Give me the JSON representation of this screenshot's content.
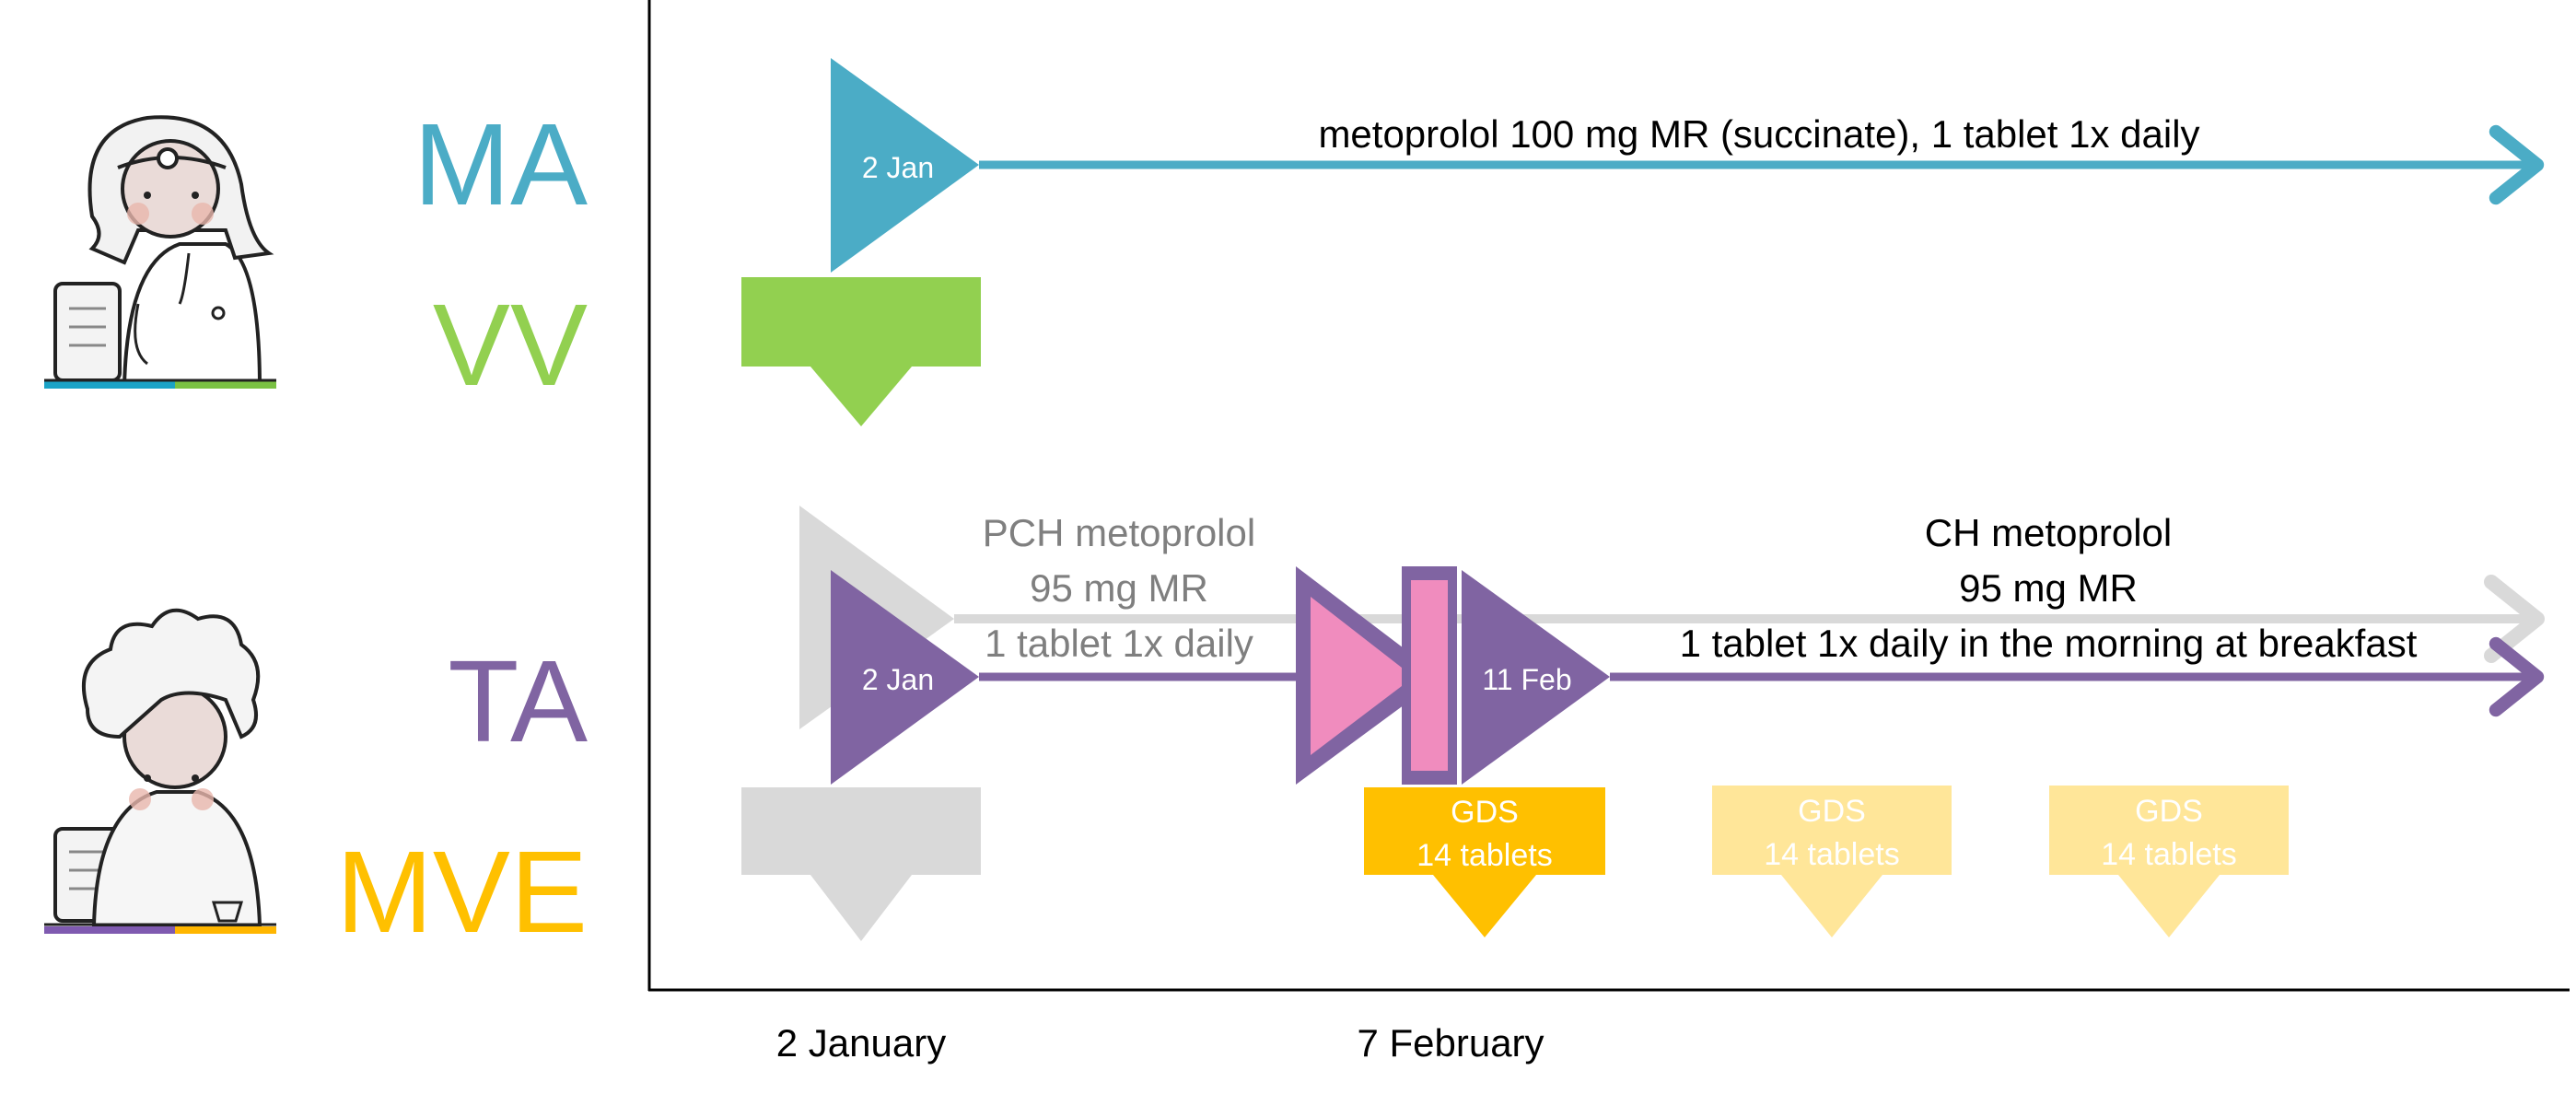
{
  "roles": [
    {
      "id": "ma",
      "label": "MA",
      "color": "#4BACC6"
    },
    {
      "id": "vv",
      "label": "VV",
      "color": "#92D050"
    },
    {
      "id": "ta",
      "label": "TA",
      "color": "#8064A2"
    },
    {
      "id": "mve",
      "label": "MVE",
      "color": "#FFC000"
    }
  ],
  "characters": [
    {
      "id": "physician",
      "description": "doctor-avatar",
      "bar_colors": [
        "#1BA3C6",
        "#7AC143"
      ]
    },
    {
      "id": "pharmacist",
      "description": "pharmacist-avatar",
      "bar_colors": [
        "#7F5AB0",
        "#FFB600"
      ]
    }
  ],
  "top_row": {
    "start_label": "2 Jan",
    "prescription": "metoprolol 100 mg MR (succinate), 1 tablet 1x daily"
  },
  "bottom_row": {
    "start_label": "2 Jan",
    "pch_lines": [
      "PCH metoprolol",
      "95 mg MR",
      "1 tablet 1x daily"
    ],
    "change_label": "11 Feb",
    "ch_lines": [
      "CH metoprolol",
      "95 mg MR",
      "1 tablet 1x daily in the morning at breakfast"
    ],
    "gds_boxes": [
      {
        "line1": "GDS",
        "line2": "14 tablets",
        "state": "active"
      },
      {
        "line1": "GDS",
        "line2": "14 tablets",
        "state": "future"
      },
      {
        "line1": "GDS",
        "line2": "14 tablets",
        "state": "future"
      }
    ]
  },
  "axis": {
    "ticks": [
      "2 January",
      "7 February"
    ]
  },
  "colors": {
    "ma": "#4BACC6",
    "vv": "#92D050",
    "ta": "#8064A2",
    "mve": "#FFC000",
    "mve_faded": "#FFE699",
    "grey": "#D9D9D9",
    "pink": "#F08CBE",
    "grey_text": "#7F7F7F"
  }
}
